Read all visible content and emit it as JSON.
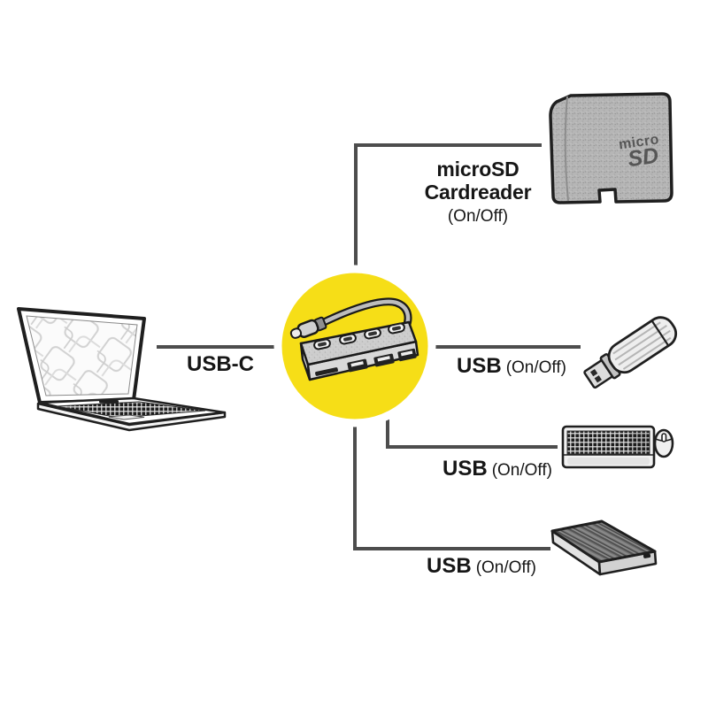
{
  "colors": {
    "background": "#ffffff",
    "highlight_circle": "#f6de17",
    "connector_line": "#4d4d4d",
    "label_text": "#161616",
    "device_outline": "#1f1f1f"
  },
  "hub": {
    "device": "usb-c-multiport-hub"
  },
  "connections": {
    "laptop": {
      "device": "laptop",
      "label": "USB-C"
    },
    "microsd": {
      "device": "microsd-card",
      "label": "microSD Cardreader",
      "state": "(On/Off)"
    },
    "flash_drive": {
      "device": "usb-flash-drive",
      "label": "USB",
      "state": "(On/Off)"
    },
    "keyboard_mouse": {
      "device": "keyboard-and-mouse",
      "label": "USB",
      "state": "(On/Off)"
    },
    "hard_drive": {
      "device": "external-hard-drive",
      "label": "USB",
      "state": "(On/Off)"
    }
  },
  "microsd_logo": {
    "line1": "micro",
    "line2": "SD"
  }
}
